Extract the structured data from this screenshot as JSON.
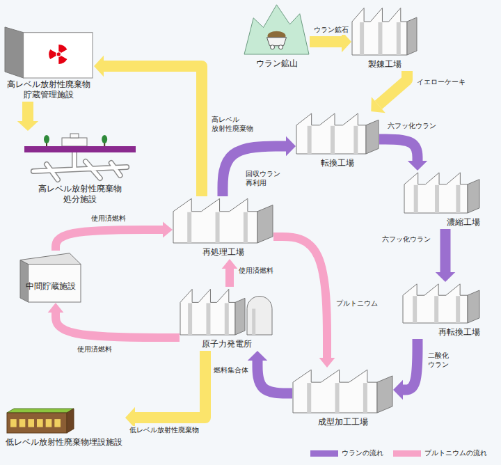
{
  "diagram": {
    "nodes": [
      {
        "text": [
          "ウラン鉱山"
        ]
      },
      {
        "text": [
          "製錬工場"
        ]
      },
      {
        "text": [
          "転換工場"
        ]
      },
      {
        "text": [
          "濃縮工場"
        ]
      },
      {
        "text": [
          "再転換工場"
        ]
      },
      {
        "text": [
          "成型加工工場"
        ]
      },
      {
        "text": [
          "原子力発電所"
        ]
      },
      {
        "text": [
          "再処理工場"
        ]
      },
      {
        "text": [
          "中間貯蔵施設"
        ]
      },
      {
        "text": [
          "高レベル放射性廃棄物 貯蔵管理施設"
        ]
      },
      {
        "text": [
          "高レベル放射性廃棄物 処分施設"
        ]
      },
      {
        "text": [
          "低レベル放射性廃棄物埋設施設"
        ]
      }
    ],
    "edges": [
      {
        "from": 0,
        "to": 1,
        "arrow": "to",
        "label": "ウラン鉱石"
      },
      {
        "from": 1,
        "to": 2,
        "arrow": "to",
        "label": "イエローケーキ"
      },
      {
        "from": 2,
        "to": 3,
        "arrow": "to",
        "label": "六フッ化ウラン"
      },
      {
        "from": 3,
        "to": 4,
        "arrow": "to",
        "label": "六フッ化ウラン"
      },
      {
        "from": 4,
        "to": 5,
        "arrow": "to",
        "label": "二酸化 ウラン"
      },
      {
        "from": 5,
        "to": 6,
        "arrow": "to",
        "label": "燃料集合体"
      },
      {
        "from": 6,
        "to": 7,
        "arrow": "to",
        "label": "使用済燃料"
      },
      {
        "from": 6,
        "to": 8,
        "arrow": "to",
        "label": "使用済燃料"
      },
      {
        "from": 8,
        "to": 7,
        "arrow": "to",
        "label": "使用済燃料"
      },
      {
        "from": 7,
        "to": 2,
        "arrow": "to",
        "label": "回収ウラン 再利用"
      },
      {
        "from": 7,
        "to": 5,
        "arrow": "to",
        "label": "プルトニウム"
      },
      {
        "from": 7,
        "to": 9,
        "arrow": "to",
        "label": "高レベル 放射性廃棄物"
      },
      {
        "from": 9,
        "to": 10,
        "arrow": "to"
      },
      {
        "from": 6,
        "to": 11,
        "arrow": "to",
        "label": "低レベル放射性廃棄物"
      }
    ],
    "legend": [
      {
        "text": "ウランの流れ",
        "color": "#9b6fcf"
      },
      {
        "text": "プルトニウムの流れ",
        "color": "#f7a3c7"
      }
    ]
  }
}
